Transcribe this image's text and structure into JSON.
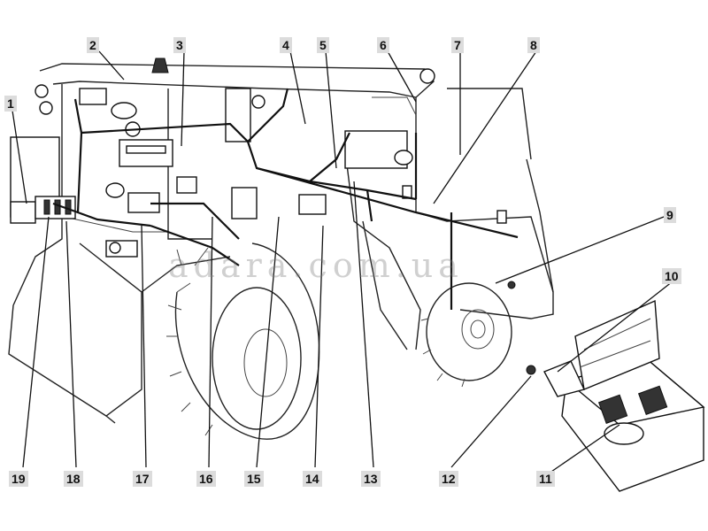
{
  "watermark": "adara.com.ua",
  "callouts": [
    {
      "id": "1",
      "text": "1"
    },
    {
      "id": "2",
      "text": "2"
    },
    {
      "id": "3",
      "text": "3"
    },
    {
      "id": "4",
      "text": "4"
    },
    {
      "id": "5",
      "text": "5"
    },
    {
      "id": "6",
      "text": "6"
    },
    {
      "id": "7",
      "text": "7"
    },
    {
      "id": "8",
      "text": "8"
    },
    {
      "id": "9",
      "text": "9"
    },
    {
      "id": "10",
      "text": "10"
    },
    {
      "id": "11",
      "text": "11"
    },
    {
      "id": "12",
      "text": "12"
    },
    {
      "id": "13",
      "text": "13"
    },
    {
      "id": "14",
      "text": "14"
    },
    {
      "id": "15",
      "text": "15"
    },
    {
      "id": "16",
      "text": "16"
    },
    {
      "id": "17",
      "text": "17"
    },
    {
      "id": "18",
      "text": "18"
    },
    {
      "id": "19",
      "text": "19"
    }
  ]
}
